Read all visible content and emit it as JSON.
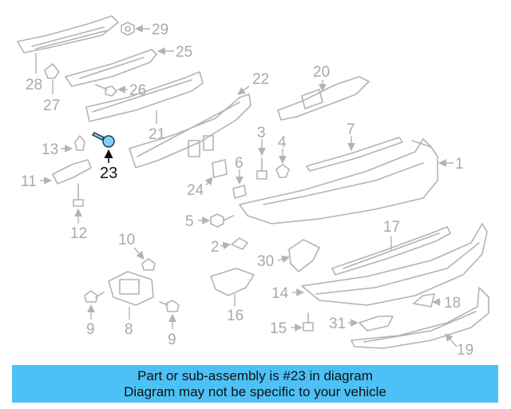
{
  "diagram": {
    "highlighted_part": "23",
    "callouts": {
      "c29": "29",
      "c25": "25",
      "c28": "28",
      "c27": "27",
      "c26": "26",
      "c22": "22",
      "c20": "20",
      "c21": "21",
      "c13": "13",
      "c23": "23",
      "c3": "3",
      "c4": "4",
      "c7": "7",
      "c1": "1",
      "c11": "11",
      "c6": "6",
      "c24": "24",
      "c12": "12",
      "c5": "5",
      "c2": "2",
      "c17": "17",
      "c10": "10",
      "c30": "30",
      "c14": "14",
      "c18": "18",
      "c16": "16",
      "c9a": "9",
      "c8": "8",
      "c9b": "9",
      "c15": "15",
      "c31": "31",
      "c19": "19"
    },
    "colors": {
      "line": "#b3b3b3",
      "highlight_fill": "#7fd3ee",
      "banner": "#4dc1f5"
    }
  },
  "banner": {
    "line1": "Part or sub-assembly is #23 in diagram",
    "line2": "Diagram may not be specific to your vehicle"
  }
}
